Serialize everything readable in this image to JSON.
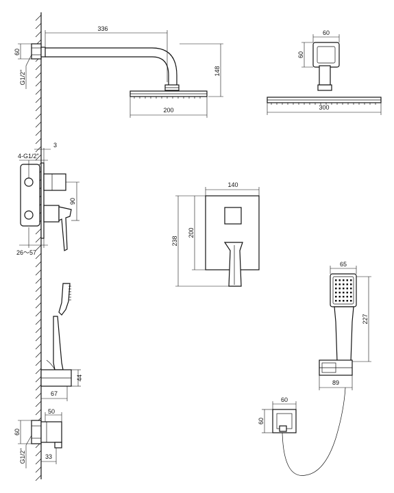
{
  "shower_arm": {
    "arm_length": "336",
    "wall_plate_height": "60",
    "thread": "G1/2\"",
    "drop_height": "148",
    "head_width": "200"
  },
  "shower_head_side": {
    "plate_width": "60",
    "plate_height": "60",
    "head_width": "300"
  },
  "mixer_side": {
    "offset": "3",
    "inlets": "4-G1/2\"",
    "spacing": "90",
    "depth_range": "26～57"
  },
  "mixer_front": {
    "plate_width": "140",
    "overall_height": "238",
    "plate_height": "200"
  },
  "hand_shower": {
    "head_width": "65",
    "length": "227",
    "holder_depth": "89"
  },
  "hand_shower_holder": {
    "height": "44",
    "depth": "67"
  },
  "outlet_elbow": {
    "width": "50",
    "height": "60",
    "thread": "G1/2\"",
    "depth": "33"
  },
  "outlet_front": {
    "width": "60",
    "height": "60"
  }
}
